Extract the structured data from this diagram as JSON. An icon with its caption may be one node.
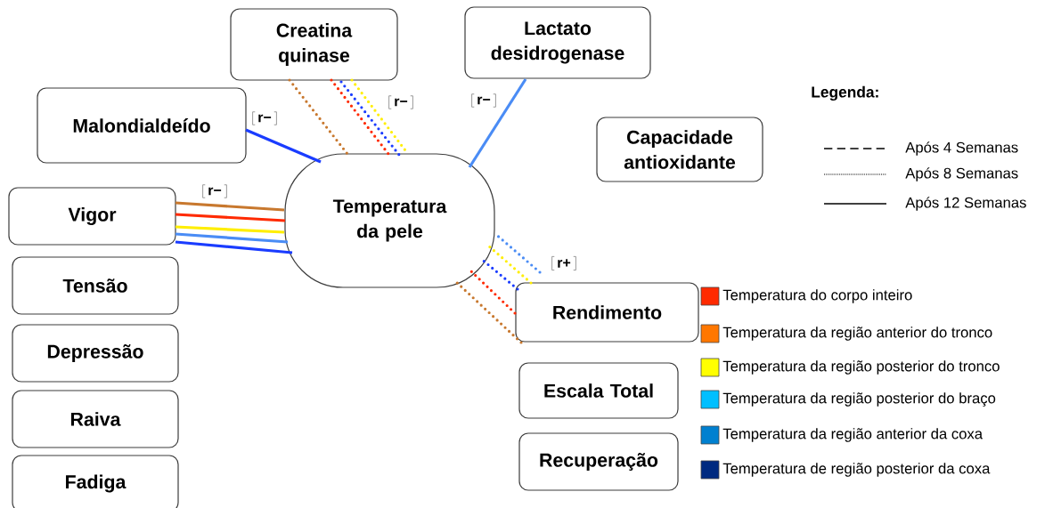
{
  "diagram": {
    "nodes": [
      {
        "text": [
          "Temperatura da pele"
        ]
      },
      {
        "text": [
          "Creatina quinase"
        ]
      },
      {
        "text": [
          "Lactato desidrogenase"
        ]
      },
      {
        "text": [
          "Malondialdeído"
        ]
      },
      {
        "text": [
          "Capacidade antioxidante"
        ]
      },
      {
        "text": [
          "Vigor"
        ]
      },
      {
        "text": [
          "Tensão"
        ]
      },
      {
        "text": [
          "Depressão"
        ]
      },
      {
        "text": [
          "Raiva"
        ]
      },
      {
        "text": [
          "Fadiga"
        ]
      },
      {
        "text": [
          "Rendimento"
        ]
      },
      {
        "text": [
          "Escala Total"
        ]
      },
      {
        "text": [
          "Recuperação"
        ]
      }
    ],
    "edges": [
      {
        "from": 1,
        "to": 0,
        "arrow": "none",
        "style": "dashed",
        "color": "#c8782e"
      },
      {
        "from": 1,
        "to": 0,
        "arrow": "none",
        "style": "dashed",
        "color": "#ff2a00"
      },
      {
        "from": 1,
        "to": 0,
        "arrow": "none",
        "style": "dashed",
        "color": "#1a3cff"
      },
      {
        "from": 1,
        "to": 0,
        "arrow": "none",
        "style": "dashed",
        "color": "#ffee00"
      },
      {
        "from": 2,
        "to": 0,
        "arrow": "none",
        "color": "#4a8cf5"
      },
      {
        "from": 3,
        "to": 0,
        "arrow": "none",
        "color": "#1a3cff"
      },
      {
        "from": 5,
        "to": 0,
        "arrow": "none",
        "color": "#c8782e"
      },
      {
        "from": 5,
        "to": 0,
        "arrow": "none",
        "color": "#ff2a00"
      },
      {
        "from": 5,
        "to": 0,
        "arrow": "none",
        "color": "#ffee00"
      },
      {
        "from": 5,
        "to": 0,
        "arrow": "none",
        "color": "#4a8cf5"
      },
      {
        "from": 5,
        "to": 0,
        "arrow": "none",
        "color": "#1a3cff"
      },
      {
        "from": 10,
        "to": 0,
        "arrow": "none",
        "style": "dashed",
        "color": "#4a8cf5"
      },
      {
        "from": 10,
        "to": 0,
        "arrow": "none",
        "style": "dashed",
        "color": "#ffee00"
      },
      {
        "from": 10,
        "to": 0,
        "arrow": "none",
        "style": "dashed",
        "color": "#1a3cff"
      },
      {
        "from": 10,
        "to": 0,
        "arrow": "none",
        "style": "dashed",
        "color": "#ff2a00"
      },
      {
        "from": 10,
        "to": 0,
        "arrow": "none",
        "style": "dashed",
        "color": "#c8782e"
      }
    ],
    "labels": [
      "r−",
      "r−",
      "r−",
      "r−",
      "r+",
      "Legenda:"
    ],
    "legend": [
      {
        "text": "Após 4 Semanas"
      },
      {
        "text": "Após 8 Semanas"
      },
      {
        "text": "Após 12 Semanas"
      },
      {
        "text": "Temperatura do corpo inteiro",
        "color": "#ff2a00"
      },
      {
        "text": "Temperatura da região anterior do tronco",
        "color": "#ff7700"
      },
      {
        "text": "Temperatura da região posterior do tronco",
        "color": "#ffff00"
      },
      {
        "text": "Temperatura da região posterior do braço",
        "color": "#00bfff"
      },
      {
        "text": "Temperatura da região anterior da coxa",
        "color": "#0080d0"
      },
      {
        "text": "Temperatura de região posterior da coxa",
        "color": "#002a80"
      }
    ]
  }
}
